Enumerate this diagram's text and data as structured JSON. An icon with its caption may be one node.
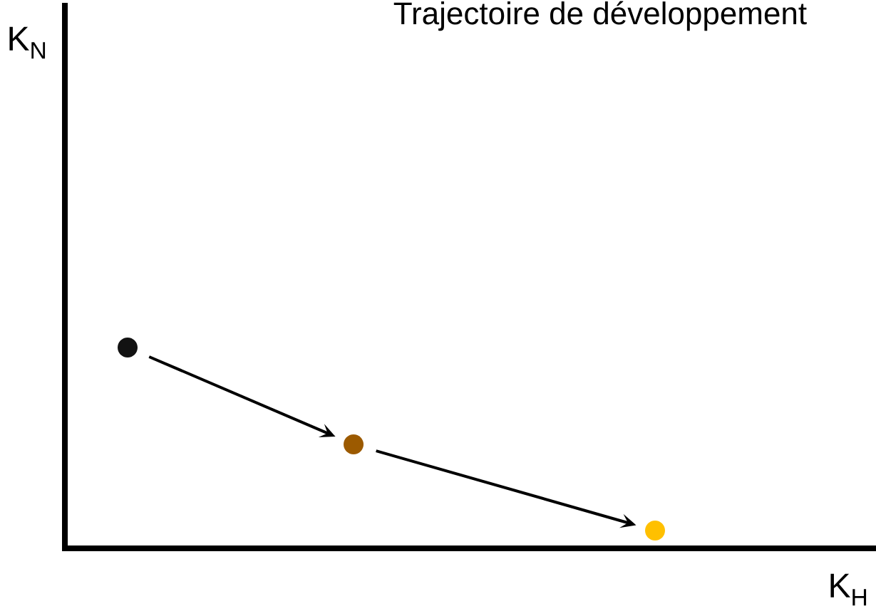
{
  "diagram": {
    "title": "Trajectoire de développement",
    "nodes": [
      {
        "text": [],
        "shape": "circle"
      },
      {
        "text": [],
        "shape": "circle"
      },
      {
        "text": [],
        "shape": "circle"
      }
    ],
    "edges": [
      {
        "from": 0,
        "to": 1,
        "arrow": "to"
      },
      {
        "from": 1,
        "to": 2,
        "arrow": "to"
      }
    ],
    "labels": [
      "K$_{N}$",
      "K$_{H}$"
    ]
  }
}
